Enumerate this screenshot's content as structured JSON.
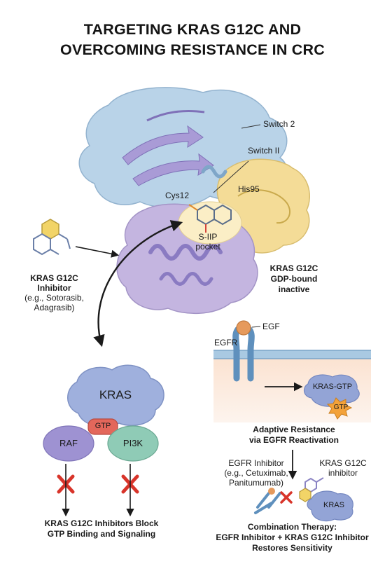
{
  "title": {
    "line1": "TARGETING KRAS G12C AND",
    "line2": "OVERCOMING RESISTANCE IN CRC"
  },
  "protein": {
    "switch2": "Switch 2",
    "switchII": "Switch II",
    "cys12": "Cys12",
    "his95": "His95",
    "pocket_line1": "S-IIP",
    "pocket_line2": "pocket",
    "state_line1": "KRAS G12C",
    "state_line2": "GDP-bound",
    "state_line3": "inactive"
  },
  "inhibitor": {
    "line1": "KRAS G12C",
    "line2": "Inhibitor",
    "line3": "(e.g., Sotorasib,",
    "line4": "Adagrasib)"
  },
  "signaling": {
    "kras": "KRAS",
    "gtp": "GTP",
    "raf": "RAF",
    "pi3k": "PI3K",
    "caption_line1": "KRAS G12C Inhibitors Block",
    "caption_line2": "GTP Binding and Signaling"
  },
  "resistance": {
    "egf": "EGF",
    "egfr": "EGFR",
    "kras_gtp": "KRAS-GTP",
    "gtp": "GTP",
    "caption_line1": "Adaptive Resistance",
    "caption_line2": "via EGFR Reactivation"
  },
  "combo": {
    "egfr_inh_line1": "EGFR Inhibitor",
    "egfr_inh_line2": "(e.g., Cetuximab,",
    "egfr_inh_line3": "Panitumumab)",
    "kras_inh_line1": "KRAS G12C",
    "kras_inh_line2": "inhibitor",
    "kras": "KRAS",
    "caption_line1": "Combination Therapy:",
    "caption_line2": "EGFR Inhibitor + KRAS G12C Inhibitor",
    "caption_line3": "Restores Sensitivity"
  },
  "colors": {
    "protein_blue": "#b9d3e8",
    "protein_purple": "#c4b5e0",
    "protein_yellow": "#f4dc97",
    "kras_blue": "#9fb0dd",
    "raf_purple": "#9e92d2",
    "pi3k_green": "#8fcbb6",
    "gtp_red": "#e3675b",
    "inhibit_red": "#d8342a",
    "membrane_blue": "#a9c9e2",
    "egf_orange": "#e69a5c",
    "gtp_orange": "#f3a23a"
  }
}
